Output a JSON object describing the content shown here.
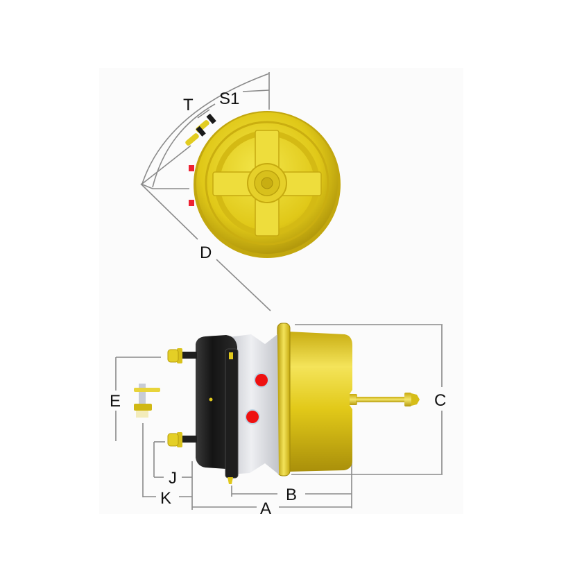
{
  "diagram": {
    "subject": "Spring brake chamber dimensional drawing",
    "views": {
      "top_view": {
        "labels": {
          "T": "T",
          "S1": "S1",
          "D": "D"
        }
      },
      "side_view": {
        "labels": {
          "A": "A",
          "B": "B",
          "C": "C",
          "E": "E",
          "J": "J",
          "K": "K"
        }
      }
    },
    "colors": {
      "background": "#ffffff",
      "panel": "#fbfbfb",
      "brass": "#e8d21a",
      "brass_dark": "#b9a10e",
      "brass_light": "#f6ea6a",
      "black_housing": "#1c1c1c",
      "silver_body": "#d9dbe0",
      "port_red": "#ee1111",
      "dim_line": "#8a8a8a",
      "text": "#111111"
    }
  }
}
